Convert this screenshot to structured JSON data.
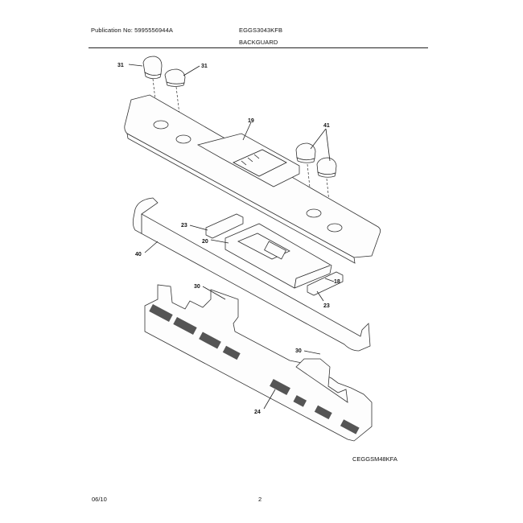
{
  "header": {
    "publication": "Publication No: 5995556944A",
    "model": "EGGS3043KFB",
    "section": "BACKGUARD"
  },
  "callouts": [
    "31",
    "31",
    "19",
    "41",
    "23",
    "20",
    "40",
    "18",
    "23",
    "30",
    "30",
    "24"
  ],
  "footer": {
    "diagram_code": "CEGGSM48KFA",
    "date": "06/10",
    "page": "2"
  },
  "colors": {
    "line": "#222222",
    "background": "#ffffff"
  }
}
